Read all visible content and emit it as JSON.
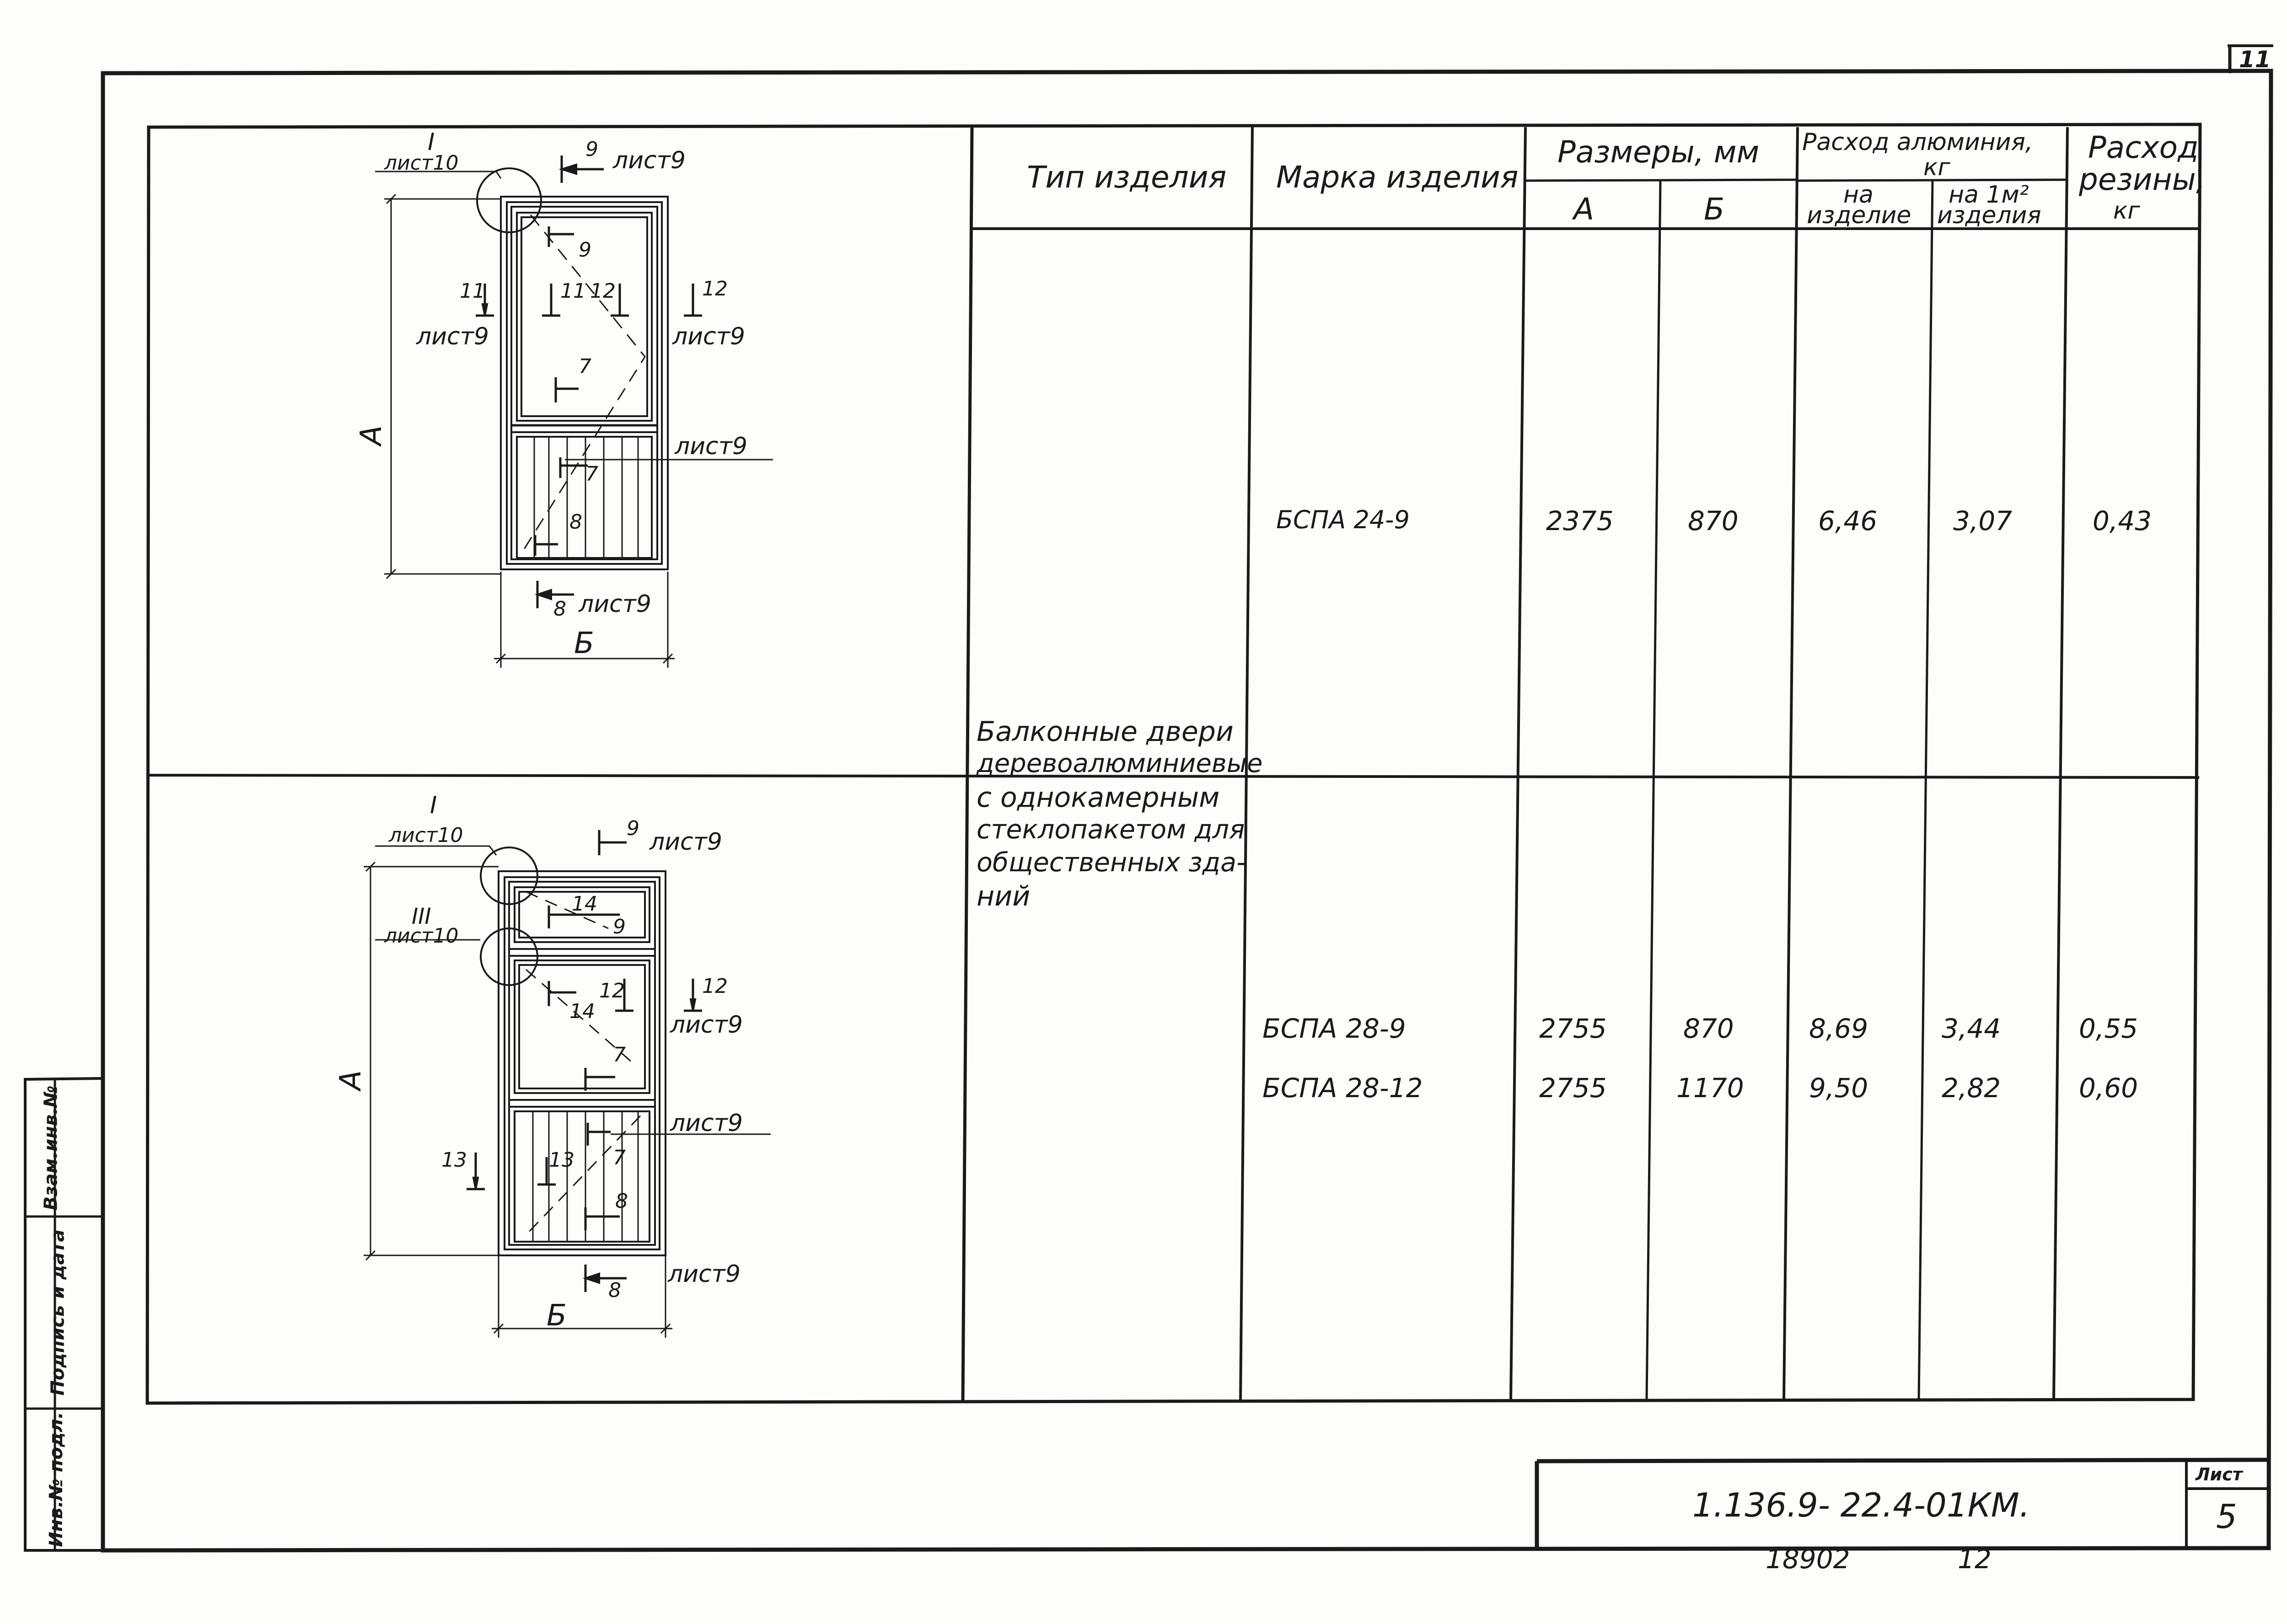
{
  "corner_number": "11",
  "sheet_label": "Лист",
  "sheet_number": "5",
  "designation": "1.136.9- 22.4-01КМ.",
  "bottom_codes": {
    "left": "18902",
    "right": "12"
  },
  "side_stamp": {
    "inv_podl": "Инв.№ подл.",
    "podpis_data": "Подпись и дата",
    "vzam_inv": "Взам.инв.№"
  },
  "table": {
    "headers": {
      "type": "Тип изделия",
      "mark": "Марка изделия",
      "dims": "Размеры, мм",
      "dim_a": "А",
      "dim_b": "Б",
      "alu": [
        "Расход алюминия,",
        "кг"
      ],
      "alu_per_item": [
        "на",
        "изделие"
      ],
      "alu_per_m2": [
        "на 1м²",
        "изделия"
      ],
      "rubber": [
        "Расход",
        "резины,",
        "кг"
      ]
    },
    "type_text": [
      "Балконные двери",
      "деревоалюминиевые",
      "с однокамерным",
      "стеклопакетом для",
      "общественных зда-",
      "ний"
    ],
    "rows": [
      {
        "mark": "БСПА 24-9",
        "a": "2375",
        "b": "870",
        "alu_item": "6,46",
        "alu_m2": "3,07",
        "rubber": "0,43"
      },
      {
        "mark": "БСПА 28-9",
        "a": "2755",
        "b": "870",
        "alu_item": "8,69",
        "alu_m2": "3,44",
        "rubber": "0,55"
      },
      {
        "mark": "БСПА 28-12",
        "a": "2755",
        "b": "1170",
        "alu_item": "9,50",
        "alu_m2": "2,82",
        "rubber": "0,60"
      }
    ]
  },
  "drawing_top": {
    "node": "I",
    "node_sheet": "лист10",
    "sec9_sheet": "лист9",
    "sec11_sheet": "лист9",
    "sec12_sheet": "лист9",
    "mid_sheet": "лист9",
    "sec8_sheet": "лист9",
    "num": {
      "n9": "9",
      "n11": "11",
      "n12": "12",
      "n7": "7",
      "n8": "8"
    },
    "dim_a": "А",
    "dim_b": "Б"
  },
  "drawing_bottom": {
    "node1": "I",
    "node1_sheet": "лист10",
    "node3": "III",
    "node3_sheet": "лист10",
    "sec9_sheet": "лист9",
    "sec12_sheet": "лист9",
    "mid_sheet": "лист9",
    "sec8_sheet": "лист9",
    "num": {
      "n9": "9",
      "n14": "14",
      "n12": "12",
      "n7": "7",
      "n13": "13",
      "n8": "8"
    },
    "dim_a": "А",
    "dim_b": "Б"
  }
}
